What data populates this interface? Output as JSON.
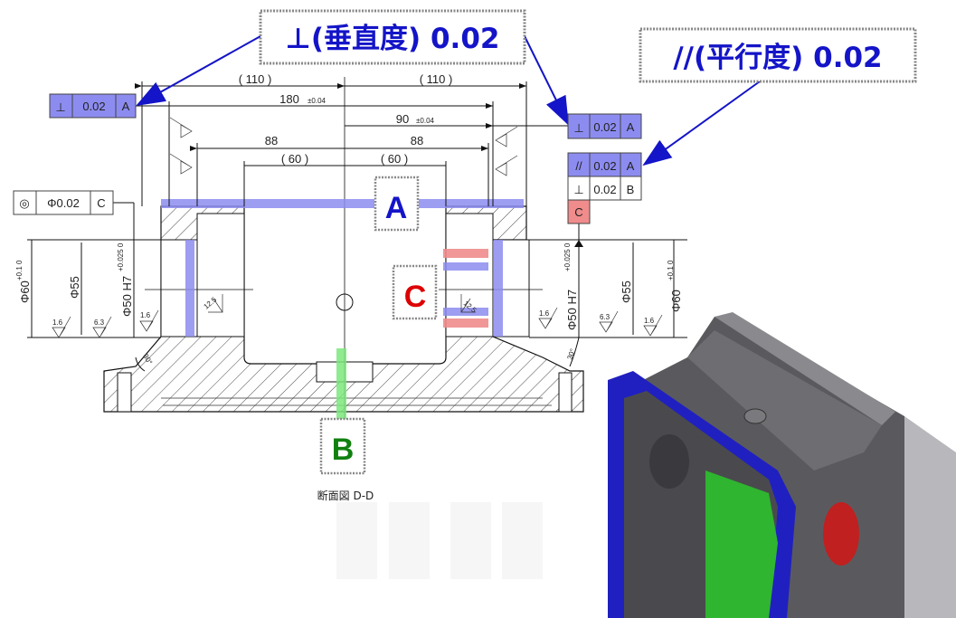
{
  "callouts": {
    "perpendicularity": "⊥(垂直度) 0.02",
    "parallelism": "//(平行度) 0.02"
  },
  "datum_labels": {
    "a": "A",
    "b": "B",
    "c": "C"
  },
  "section_title": "断面図 D-D",
  "feature_frames": {
    "left_perp": {
      "symbol": "⊥",
      "tolerance": "0.02",
      "datum": "A"
    },
    "right_perp": {
      "symbol": "⊥",
      "tolerance": "0.02",
      "datum": "A"
    },
    "right_parallel": {
      "symbol": "//",
      "tolerance": "0.02",
      "datum": "A"
    },
    "right_perp_b": {
      "symbol": "⊥",
      "tolerance": "0.02",
      "datum": "B"
    },
    "datum_c": "C",
    "concentricity": {
      "symbol": "◎",
      "tolerance": "Φ0.02",
      "datum": "C"
    }
  },
  "dimensions": {
    "ref_110_left": "( 110 )",
    "ref_110_right": "( 110 )",
    "d180": "180",
    "d180_tol": "±0.04",
    "d90": "90",
    "d90_tol": "±0.04",
    "d88_left": "88",
    "d88_right": "88",
    "ref_60_left": "( 60 )",
    "ref_60_right": "( 60 )",
    "dia60": "Φ60",
    "dia60_tol": "+0.1 0",
    "dia55": "Φ55",
    "dia50": "Φ50 H7",
    "dia50_tol": "+0.025 0",
    "angle30": "30°",
    "rough_1_6": "1.6",
    "rough_6_3": "6.3",
    "rough_12_5": "12.5"
  },
  "colors": {
    "callout_text": "#1414c8",
    "datum_a_fill": "#8c8cf0",
    "datum_c_fill": "#f08c8c",
    "datum_b_fill": "#7de87d",
    "label_c": "#dd0000",
    "label_b": "#108010"
  }
}
